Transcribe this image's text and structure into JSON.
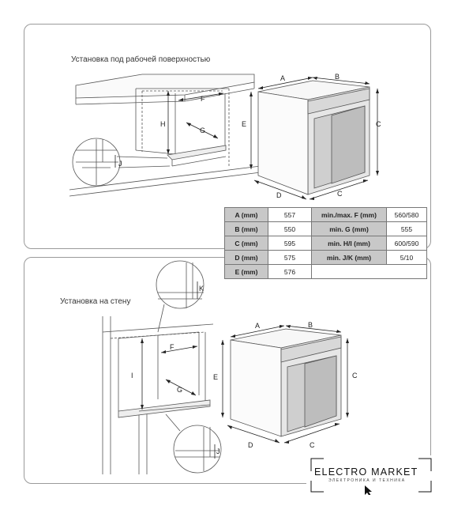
{
  "sections": {
    "under_worktop": "Установка под рабочей поверхностью",
    "wall": "Установка на стену"
  },
  "labels": {
    "A": "A",
    "B": "B",
    "C": "C",
    "D": "D",
    "E": "E",
    "F": "F",
    "G": "G",
    "H": "H",
    "I": "I",
    "J": "J",
    "K": "K"
  },
  "table": {
    "rows": [
      {
        "k": "A (mm)",
        "v": "557",
        "k2": "min./max. F (mm)",
        "v2": "560/580"
      },
      {
        "k": "B (mm)",
        "v": "550",
        "k2": "min. G (mm)",
        "v2": "555"
      },
      {
        "k": "C (mm)",
        "v": "595",
        "k2": "min. H/I (mm)",
        "v2": "600/590"
      },
      {
        "k": "D (mm)",
        "v": "575",
        "k2": "min. J/K (mm)",
        "v2": "5/10"
      },
      {
        "k": "E (mm)",
        "v": "576",
        "k2": "",
        "v2": ""
      }
    ]
  },
  "logo": {
    "brand": "ELECTRO MARKET",
    "tagline": "ЭЛЕКТРОНИКА И ТЕХНИКА"
  }
}
